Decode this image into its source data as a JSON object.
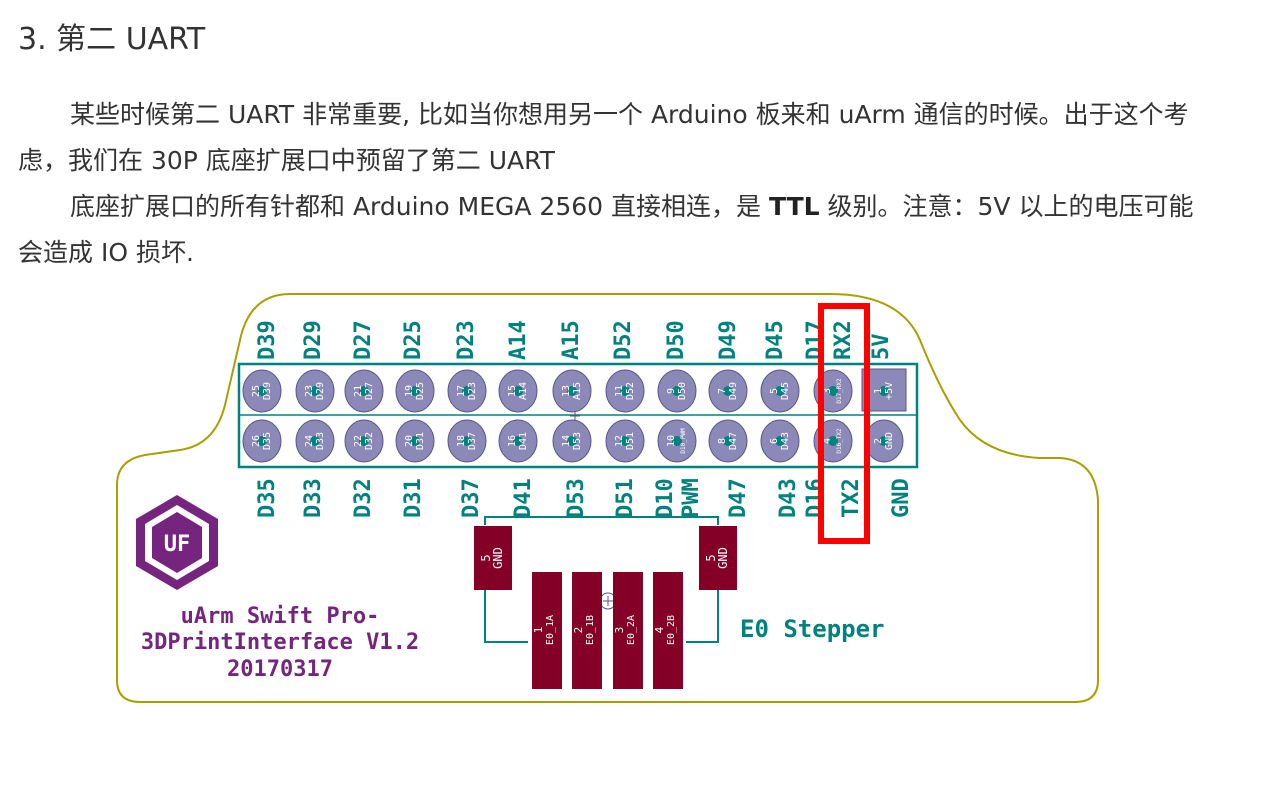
{
  "heading": "3. 第二 UART",
  "paragraphs": {
    "p1": "某些时候第二 UART 非常重要, 比如当你想用另一个 Arduino 板来和 uArm 通信的时候。出于这个考虑，我们在 30P 底座扩展口中预留了第二 UART",
    "p2_before": "底座扩展口的所有针都和 Arduino MEGA 2560 直接相连，是 ",
    "p2_bold": "TTL",
    "p2_after": " 级别。注意：5V 以上的电压可能会造成 IO 损坏."
  },
  "pcb": {
    "top_labels": [
      "D39",
      "D29",
      "D27",
      "D25",
      "D23",
      "A14",
      "A15",
      "D52",
      "D50",
      "D49",
      "D45",
      "D17",
      "RX2",
      "5V"
    ],
    "bottom_labels": [
      "D35",
      "D33",
      "D32",
      "D31",
      "D37",
      "D41",
      "D53",
      "D51",
      "D10",
      "PWM",
      "D47",
      "D43",
      "D16",
      "TX2",
      "GND"
    ],
    "top_pins": [
      {
        "num": "25",
        "net": "D39"
      },
      {
        "num": "23",
        "net": "D29"
      },
      {
        "num": "21",
        "net": "D27"
      },
      {
        "num": "19",
        "net": "D25"
      },
      {
        "num": "17",
        "net": "D23"
      },
      {
        "num": "15",
        "net": "A14"
      },
      {
        "num": "13",
        "net": "A15"
      },
      {
        "num": "11",
        "net": "D52"
      },
      {
        "num": "9",
        "net": "D50"
      },
      {
        "num": "7",
        "net": "D49"
      },
      {
        "num": "5",
        "net": "D45"
      },
      {
        "num": "3",
        "net": "D17_RX2"
      },
      {
        "num": "1",
        "net": "+5V"
      }
    ],
    "bottom_pins": [
      {
        "num": "26",
        "net": "D35"
      },
      {
        "num": "24",
        "net": "D33"
      },
      {
        "num": "22",
        "net": "D32"
      },
      {
        "num": "20",
        "net": "D31"
      },
      {
        "num": "18",
        "net": "D37"
      },
      {
        "num": "16",
        "net": "D41"
      },
      {
        "num": "14",
        "net": "D53"
      },
      {
        "num": "12",
        "net": "D51"
      },
      {
        "num": "10",
        "net": "D10_PWM"
      },
      {
        "num": "8",
        "net": "D47"
      },
      {
        "num": "6",
        "net": "D43"
      },
      {
        "num": "4",
        "net": "D16_TX2"
      },
      {
        "num": "2",
        "net": "GND"
      }
    ],
    "gnd_pads": [
      {
        "num": "5",
        "net": "GND"
      },
      {
        "num": "5",
        "net": "GND"
      }
    ],
    "stepper_pads": [
      {
        "num": "1",
        "net": "E0_1A"
      },
      {
        "num": "2",
        "net": "E0_1B"
      },
      {
        "num": "3",
        "net": "E0_2A"
      },
      {
        "num": "4",
        "net": "E0_2B"
      }
    ],
    "stepper_label": "E0 Stepper",
    "logo_text": "UF",
    "board_name_line1": "uArm Swift Pro-",
    "board_name_line2": "3DPrintInterface V1.2",
    "board_date": "20170317",
    "colors": {
      "outline": "#a7a000",
      "teal": "#00827f",
      "pad": "#8c88b8",
      "pad_ring": "#5a5686",
      "maroon": "#840026",
      "purple": "#76257e",
      "highlight": "#ff0000"
    }
  }
}
